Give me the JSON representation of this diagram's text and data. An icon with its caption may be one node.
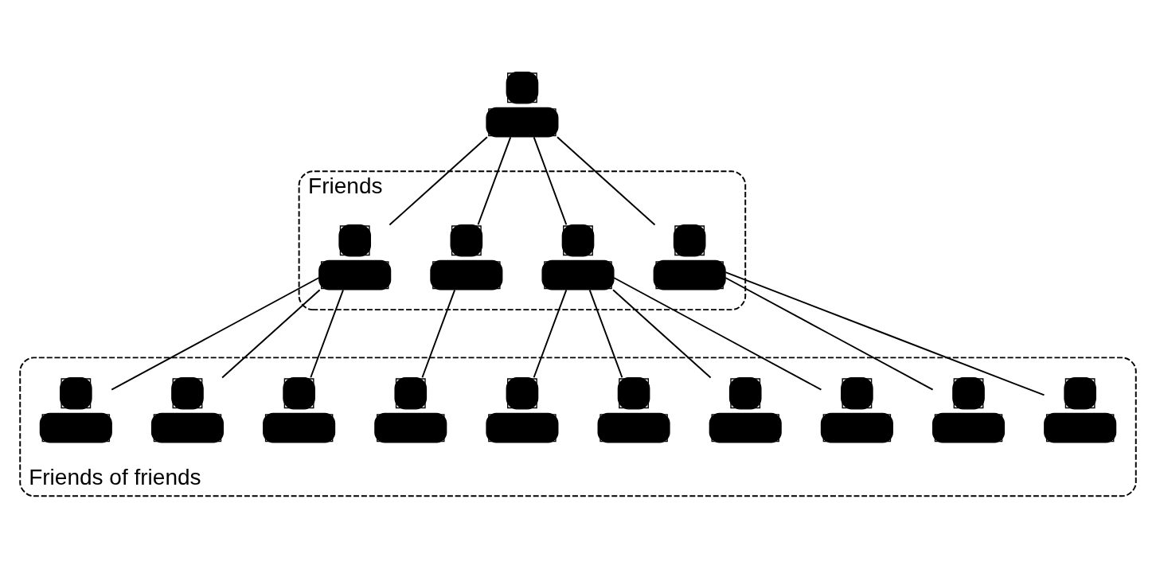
{
  "diagram": {
    "nodes": [
      {
        "text": [],
        "shape": "person"
      },
      {
        "text": [
          "Friends"
        ]
      },
      {
        "text": [],
        "shape": "person",
        "in": 1
      },
      {
        "text": [],
        "shape": "person",
        "in": 1
      },
      {
        "text": [],
        "shape": "person",
        "in": 1
      },
      {
        "text": [],
        "shape": "person",
        "in": 1
      },
      {
        "text": [
          "Friends of friends"
        ]
      },
      {
        "text": [],
        "shape": "person",
        "in": 6
      },
      {
        "text": [],
        "shape": "person",
        "in": 6
      },
      {
        "text": [],
        "shape": "person",
        "in": 6
      },
      {
        "text": [],
        "shape": "person",
        "in": 6
      },
      {
        "text": [],
        "shape": "person",
        "in": 6
      },
      {
        "text": [],
        "shape": "person",
        "in": 6
      },
      {
        "text": [],
        "shape": "person",
        "in": 6
      },
      {
        "text": [],
        "shape": "person",
        "in": 6
      },
      {
        "text": [],
        "shape": "person",
        "in": 6
      },
      {
        "text": [],
        "shape": "person",
        "in": 6
      }
    ],
    "edges": [
      {
        "from": 0,
        "to": 2,
        "arrow": "none"
      },
      {
        "from": 0,
        "to": 3,
        "arrow": "none"
      },
      {
        "from": 0,
        "to": 4,
        "arrow": "none"
      },
      {
        "from": 0,
        "to": 5,
        "arrow": "none"
      },
      {
        "from": 2,
        "to": 7,
        "arrow": "none"
      },
      {
        "from": 2,
        "to": 8,
        "arrow": "none"
      },
      {
        "from": 2,
        "to": 9,
        "arrow": "none"
      },
      {
        "from": 3,
        "to": 10,
        "arrow": "none"
      },
      {
        "from": 4,
        "to": 11,
        "arrow": "none"
      },
      {
        "from": 4,
        "to": 12,
        "arrow": "none"
      },
      {
        "from": 4,
        "to": 13,
        "arrow": "none"
      },
      {
        "from": 4,
        "to": 14,
        "arrow": "none"
      },
      {
        "from": 5,
        "to": 15,
        "arrow": "none"
      },
      {
        "from": 5,
        "to": 16,
        "arrow": "none"
      }
    ]
  }
}
